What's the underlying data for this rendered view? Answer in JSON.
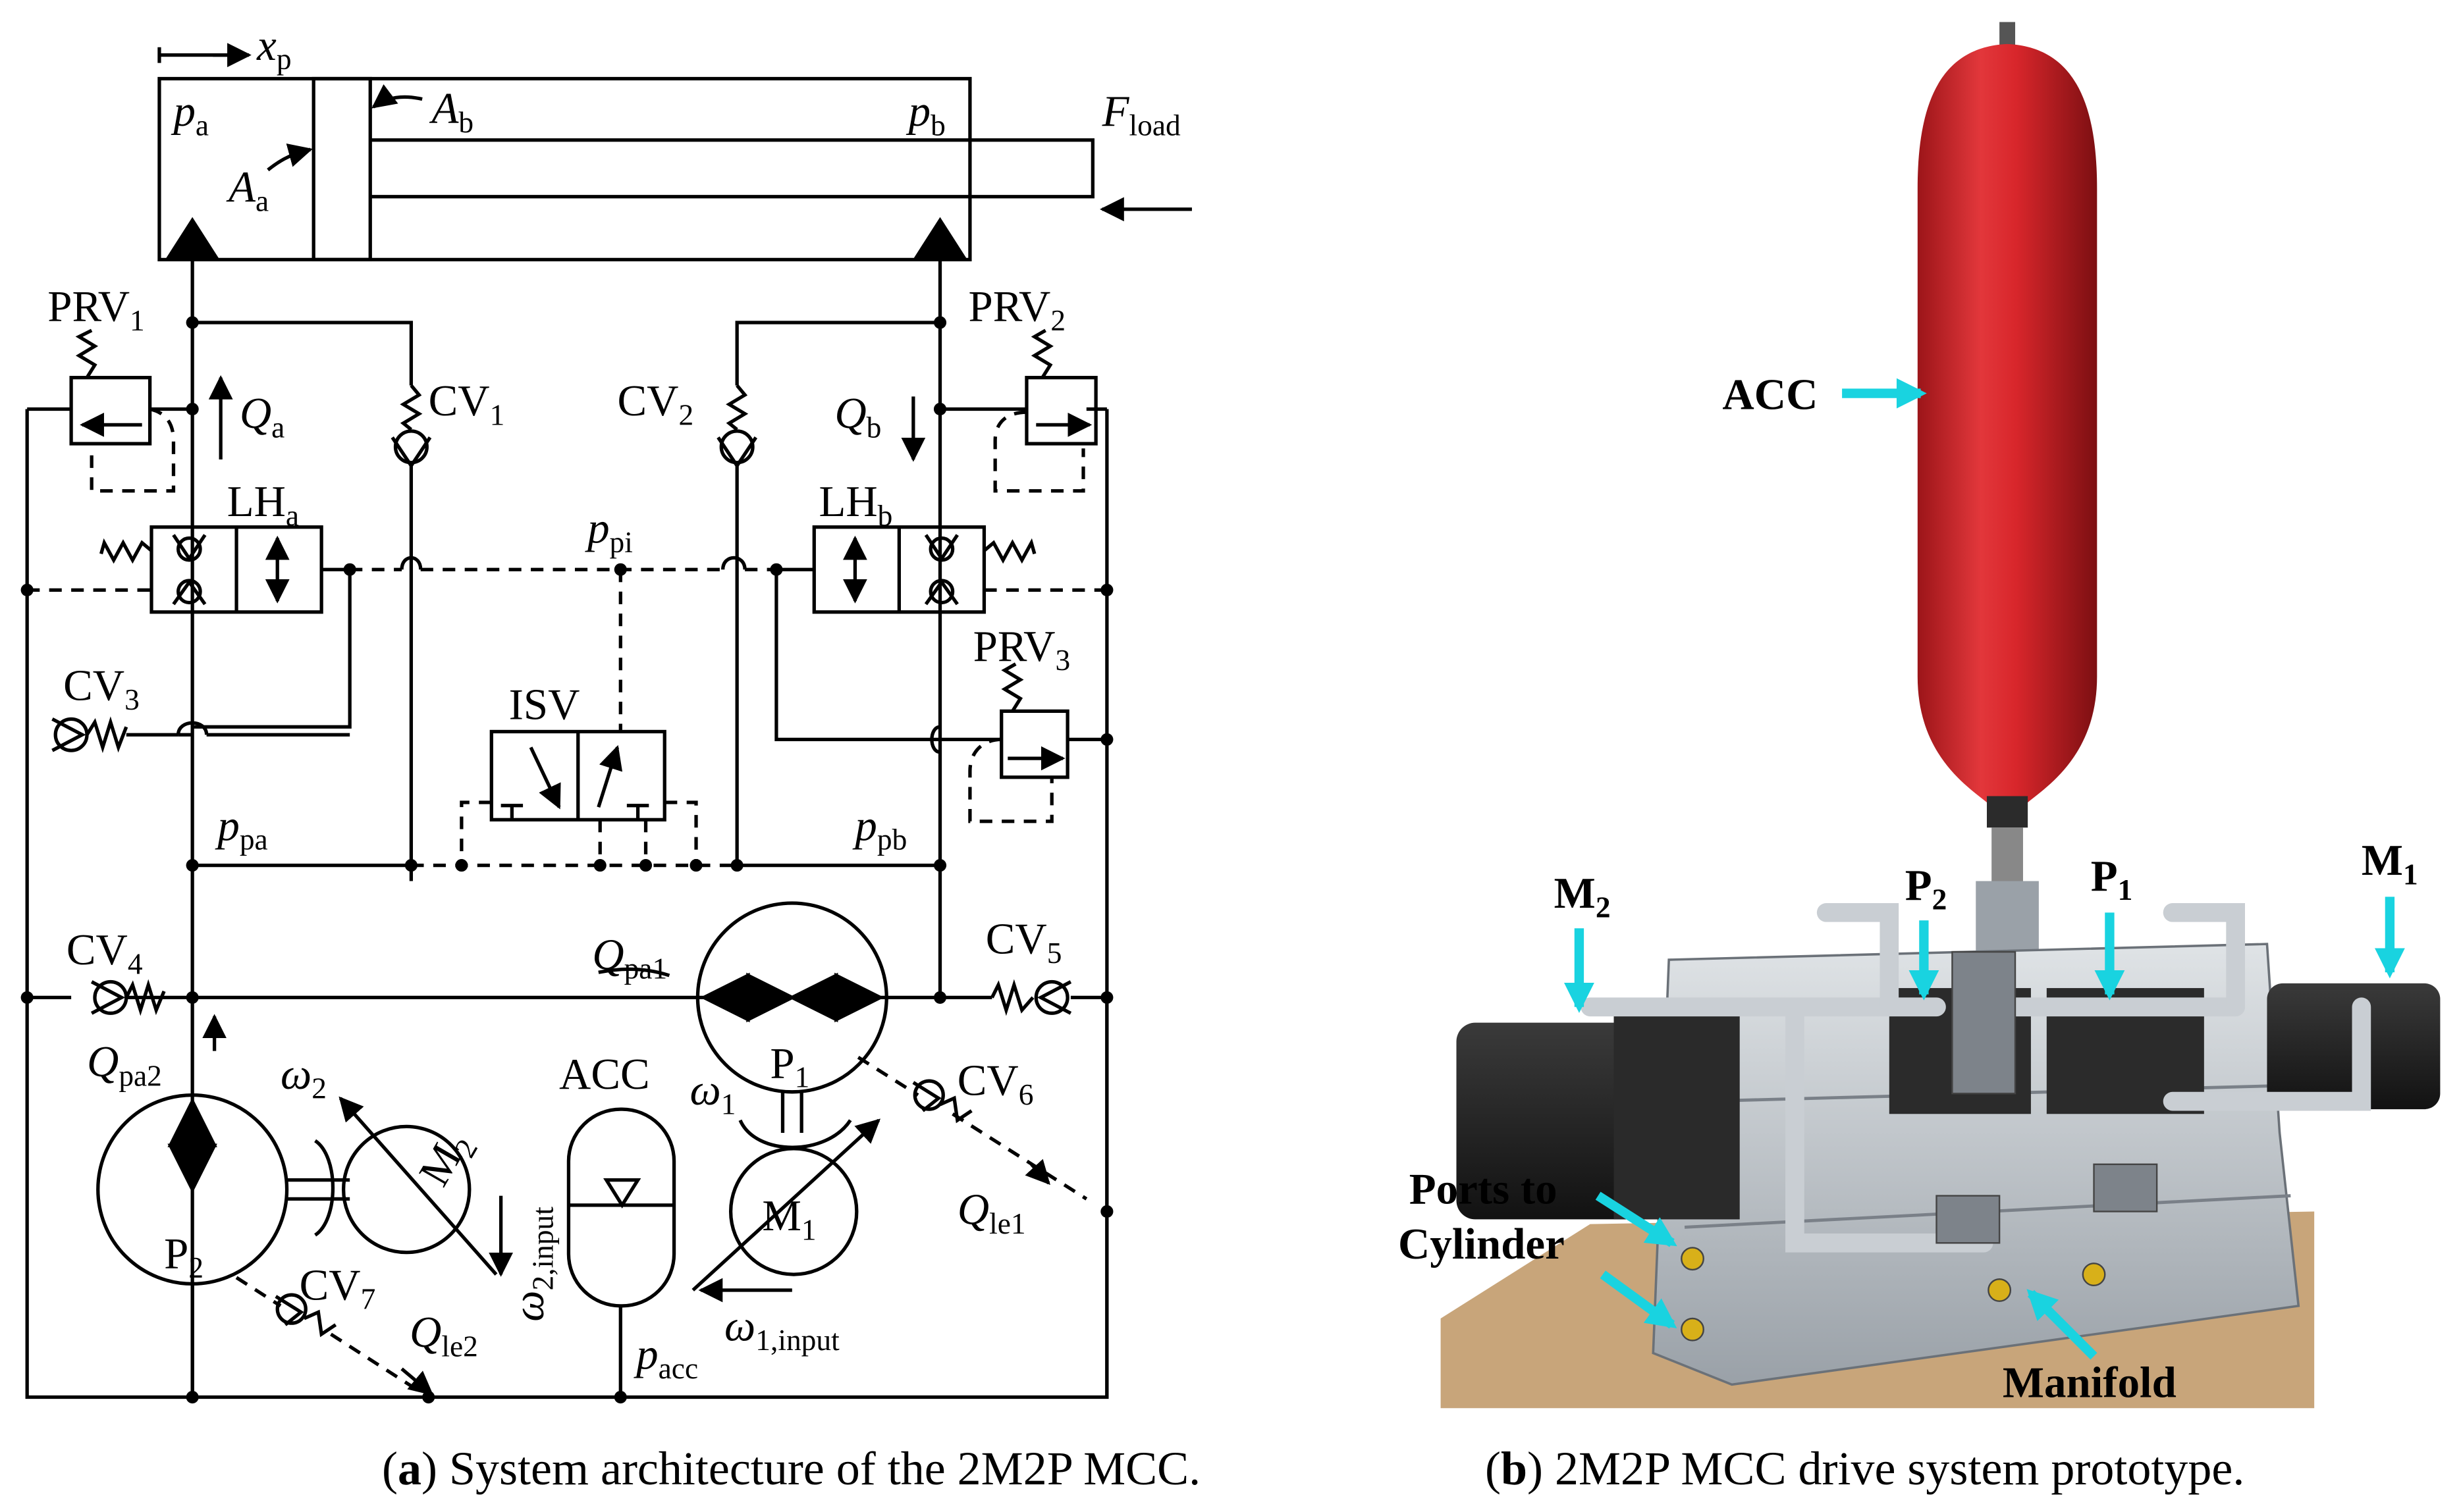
{
  "diagram": {
    "xp": [
      "x",
      "p"
    ],
    "pa": [
      "p",
      "a"
    ],
    "pb": [
      "p",
      "b"
    ],
    "Aa": [
      "A",
      "a"
    ],
    "Ab": [
      "A",
      "b"
    ],
    "Fload": [
      "F",
      "load"
    ],
    "PRV1": [
      "PRV",
      "1"
    ],
    "PRV2": [
      "PRV",
      "2"
    ],
    "PRV3": [
      "PRV",
      "3"
    ],
    "CV1": [
      "CV",
      "1"
    ],
    "CV2": [
      "CV",
      "2"
    ],
    "CV3": [
      "CV",
      "3"
    ],
    "CV4": [
      "CV",
      "4"
    ],
    "CV5": [
      "CV",
      "5"
    ],
    "CV6": [
      "CV",
      "6"
    ],
    "CV7": [
      "CV",
      "7"
    ],
    "Qa": [
      "Q",
      "a"
    ],
    "Qb": [
      "Q",
      "b"
    ],
    "LHa": [
      "LH",
      "a"
    ],
    "LHb": [
      "LH",
      "b"
    ],
    "ppi": [
      "p",
      "pi"
    ],
    "ISV": "ISV",
    "ppa": [
      "p",
      "pa"
    ],
    "ppb": [
      "p",
      "pb"
    ],
    "Qpa1": [
      "Q",
      "pa1"
    ],
    "Qpa2": [
      "Q",
      "pa2"
    ],
    "omega2": [
      "ω",
      "2"
    ],
    "M2": [
      "M",
      "2"
    ],
    "ACC": "ACC",
    "omega2input": [
      "ω",
      "2,input"
    ],
    "P1": [
      "P",
      "1"
    ],
    "omega1": [
      "ω",
      "1"
    ],
    "M1": [
      "M",
      "1"
    ],
    "Qle1": [
      "Q",
      "le1"
    ],
    "P2": [
      "P",
      "2"
    ],
    "Qle2": [
      "Q",
      "le2"
    ],
    "pacc": [
      "p",
      "acc"
    ],
    "omega1input": [
      "ω",
      "1,input"
    ]
  },
  "photo": {
    "acc_label": "ACC",
    "m2_label": [
      "M",
      "2"
    ],
    "p2_label": [
      "P",
      "2"
    ],
    "p1_label": [
      "P",
      "1"
    ],
    "m1_label": [
      "M",
      "1"
    ],
    "ports_line1": "Ports to",
    "ports_line2": "Cylinder",
    "manifold_label": "Manifold",
    "colors": {
      "callout": "#19d3e0",
      "accumulator": "#d8262b",
      "motor": "#1d1d1d",
      "manifold": "#b9bec4",
      "table": "#c8a57a"
    }
  },
  "captions": {
    "a_letter": "a",
    "a_text": " System architecture of the 2M2P MCC.",
    "b_letter": "b",
    "b_text": " 2M2P MCC drive system prototype."
  }
}
